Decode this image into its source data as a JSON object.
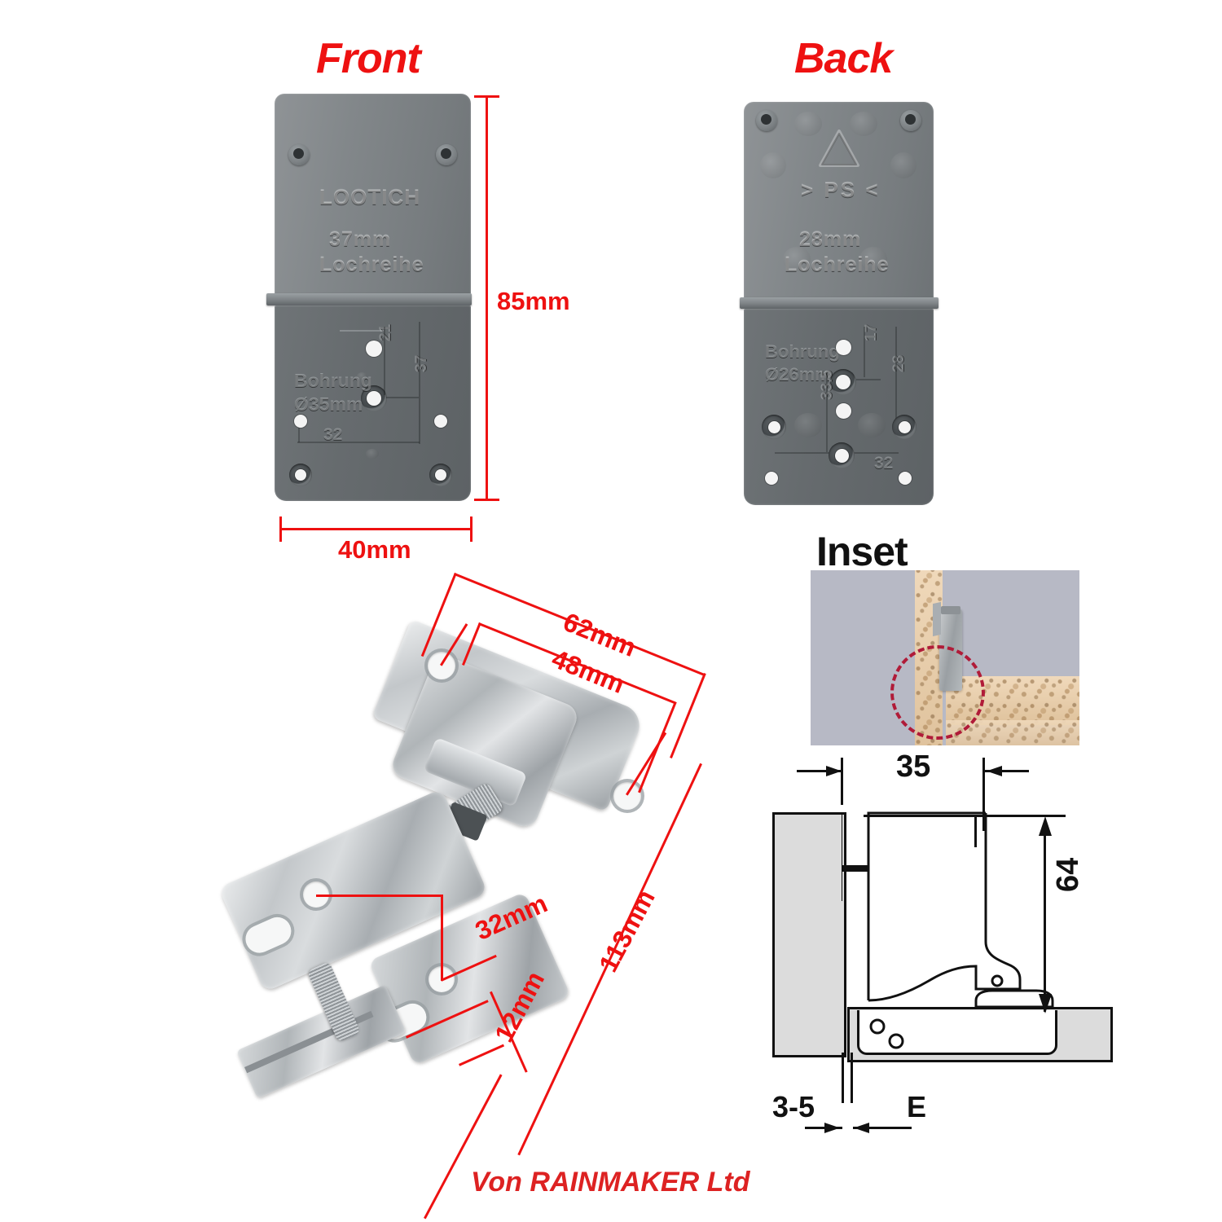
{
  "sections": {
    "front": {
      "title": "Front"
    },
    "back": {
      "title": "Back"
    },
    "inset": {
      "title": "Inset"
    }
  },
  "front_template": {
    "brand": "LOOTICH",
    "hole_line_label": "37mm",
    "hole_line_sub": "Lochreihe",
    "drill_label": "Bohrung",
    "drill_diameter": "Ø35mm",
    "marks": {
      "vertical_upper": "21",
      "vertical_right": "37",
      "horizontal": "32"
    },
    "dimensions": {
      "height": "85mm",
      "width": "40mm"
    }
  },
  "back_template": {
    "recycle_code": "> PS <",
    "hole_line_label": "28mm",
    "hole_line_sub": "Lochreihe",
    "drill_label": "Bohrung",
    "drill_diameter": "Ø26mm",
    "marks": {
      "vertical_upper": "17",
      "vertical_right": "28",
      "vertical_left": "33.5",
      "horizontal": "32"
    }
  },
  "hinge_photo": {
    "dimensions": {
      "plate_outer": "62mm",
      "plate_inner": "48mm",
      "total_length": "113mm",
      "screw_spacing": "32mm",
      "plate_offset": "12mm"
    }
  },
  "technical_drawing": {
    "labels": {
      "bore_distance": "35",
      "door_height": "64",
      "gap": "3-5",
      "overlay": "E"
    }
  },
  "footer": {
    "credit": "Von RAINMAKER Ltd"
  },
  "colors": {
    "annotation_red": "#ee1111",
    "heading_red": "#ee1111",
    "credit_red": "#dd2222",
    "plastic_gray": "#82878a",
    "photo_background": "#b7b9c5",
    "board_tan": "#e9cfae",
    "dash_circle": "#b01b38",
    "line_black": "#111111"
  }
}
